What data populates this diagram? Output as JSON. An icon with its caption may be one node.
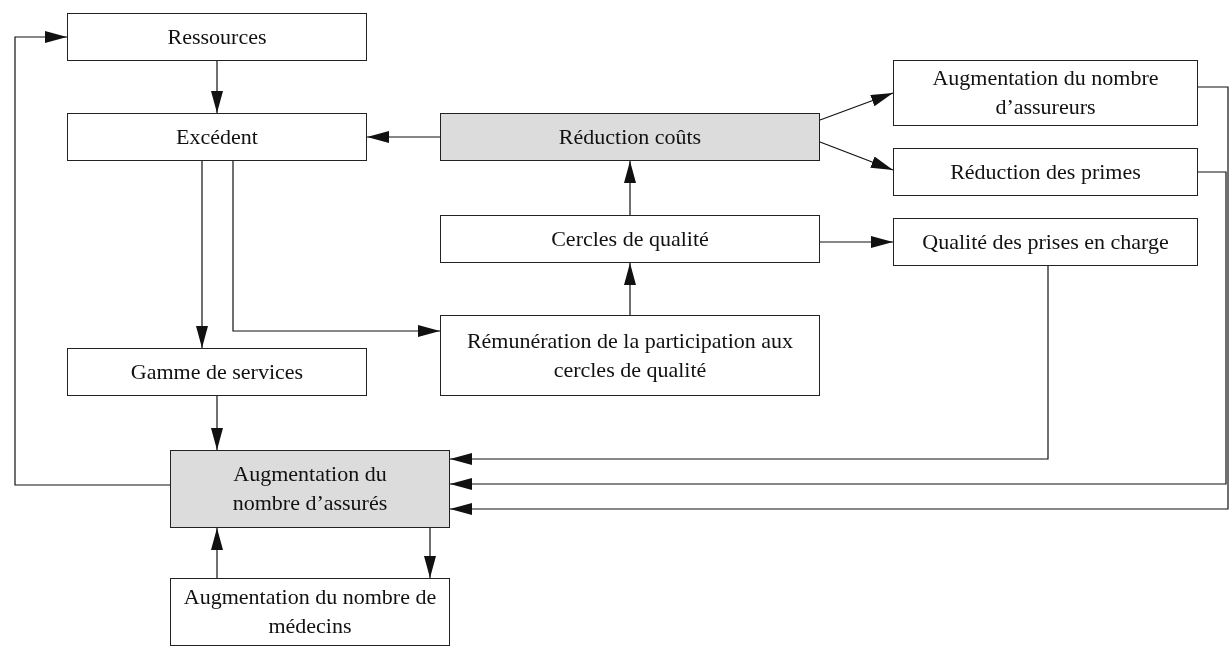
{
  "diagram": {
    "nodes": [
      {
        "text": [
          "Ressources"
        ]
      },
      {
        "text": [
          "Excédent"
        ]
      },
      {
        "text": [
          "Réduction coûts"
        ]
      },
      {
        "text": [
          "Augmentation du nombre d’assureurs"
        ]
      },
      {
        "text": [
          "Réduction des primes"
        ]
      },
      {
        "text": [
          "Cercles de qualité"
        ]
      },
      {
        "text": [
          "Qualité des prises en charge"
        ]
      },
      {
        "text": [
          "Rémunération de la participation aux cercles de qualité"
        ]
      },
      {
        "text": [
          "Gamme de services"
        ]
      },
      {
        "text": [
          "Augmentation du nombre d’assurés"
        ]
      },
      {
        "text": [
          "Augmentation du nombre de médecins"
        ]
      }
    ],
    "edges": [
      {
        "from": 0,
        "to": 1,
        "arrow": "to"
      },
      {
        "from": 1,
        "to": 8,
        "arrow": "to"
      },
      {
        "from": 1,
        "to": 7,
        "arrow": "to"
      },
      {
        "from": 2,
        "to": 1,
        "arrow": "to"
      },
      {
        "from": 2,
        "to": 3,
        "arrow": "to"
      },
      {
        "from": 2,
        "to": 4,
        "arrow": "to"
      },
      {
        "from": 5,
        "to": 2,
        "arrow": "to"
      },
      {
        "from": 5,
        "to": 6,
        "arrow": "to"
      },
      {
        "from": 7,
        "to": 5,
        "arrow": "to"
      },
      {
        "from": 8,
        "to": 9,
        "arrow": "to"
      },
      {
        "from": 9,
        "to": 0,
        "arrow": "to"
      },
      {
        "from": 10,
        "to": 9,
        "arrow": "to"
      },
      {
        "from": 9,
        "to": 10,
        "arrow": "to"
      },
      {
        "from": 6,
        "to": 9,
        "arrow": "to"
      },
      {
        "from": 4,
        "to": 9,
        "arrow": "to"
      },
      {
        "from": 3,
        "to": 9,
        "arrow": "to"
      }
    ]
  }
}
